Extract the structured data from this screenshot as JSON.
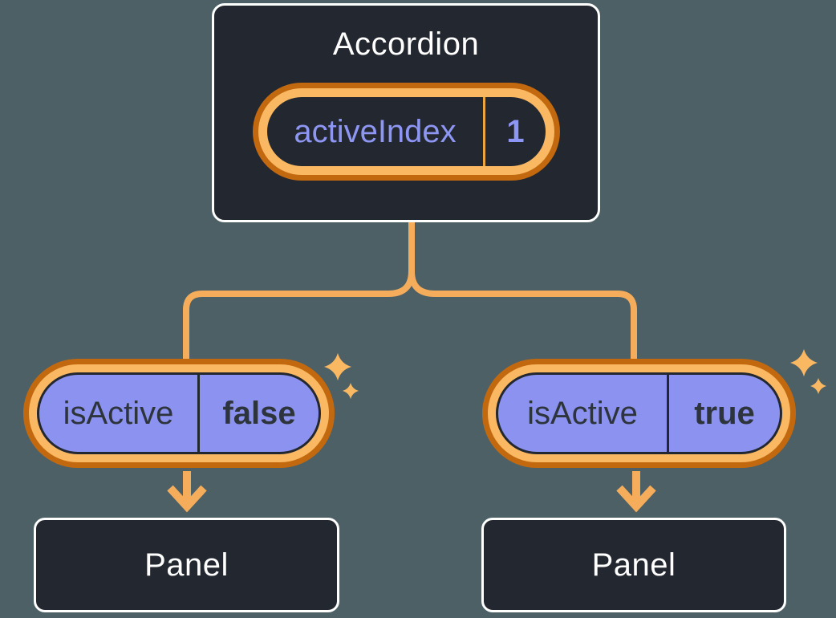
{
  "colors": {
    "background": "#4D6066",
    "card": "#23272F",
    "card-border": "#FFFFFF",
    "line": "#F5AD5B",
    "ring-light": "#FAB862",
    "ring-dark": "#C2690F",
    "pill-purple": "#8B92F0",
    "purple-text": "#8E96F3",
    "dark-text": "#2E343B",
    "divider-orange": "#E9A63F",
    "panel-text": "#FFFFFF"
  },
  "accordion": {
    "title": "Accordion",
    "state": {
      "label": "activeIndex",
      "value": "1"
    }
  },
  "children": [
    {
      "prop": {
        "label": "isActive",
        "value": "false"
      },
      "panel": {
        "title": "Panel"
      }
    },
    {
      "prop": {
        "label": "isActive",
        "value": "true"
      },
      "panel": {
        "title": "Panel"
      }
    }
  ],
  "icons": {
    "sparkle": "four-point-star",
    "arrow": "arrow-down"
  }
}
